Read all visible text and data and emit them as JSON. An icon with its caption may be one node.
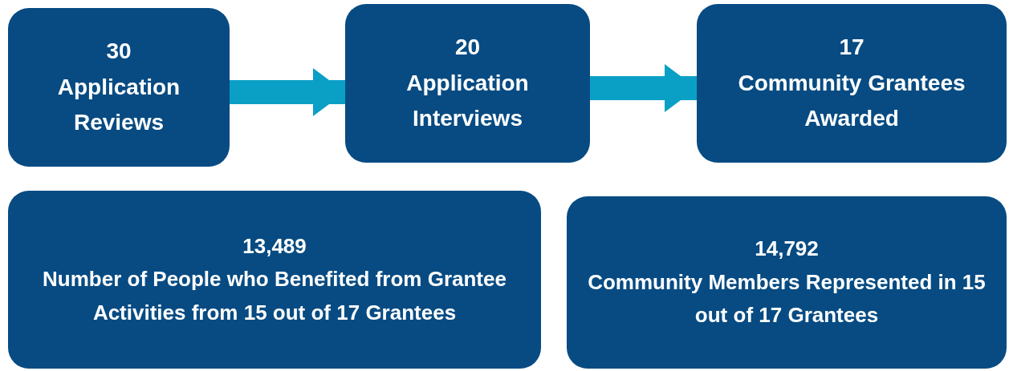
{
  "diagram": {
    "nodes": [
      {
        "text": [
          "30",
          "Application Reviews"
        ]
      },
      {
        "text": [
          "20",
          "Application Interviews"
        ]
      },
      {
        "text": [
          "17",
          "Community Grantees Awarded"
        ]
      },
      {
        "text": [
          "13,489",
          "Number of People who Benefited from Grantee Activities from 15 out of 17 Grantees"
        ]
      },
      {
        "text": [
          "14,792",
          "Community Members Represented in 15 out of 17 Grantees"
        ]
      }
    ],
    "edges": [
      {
        "from": 0,
        "to": 1,
        "arrow": "to"
      },
      {
        "from": 1,
        "to": 2,
        "arrow": "to"
      }
    ]
  }
}
